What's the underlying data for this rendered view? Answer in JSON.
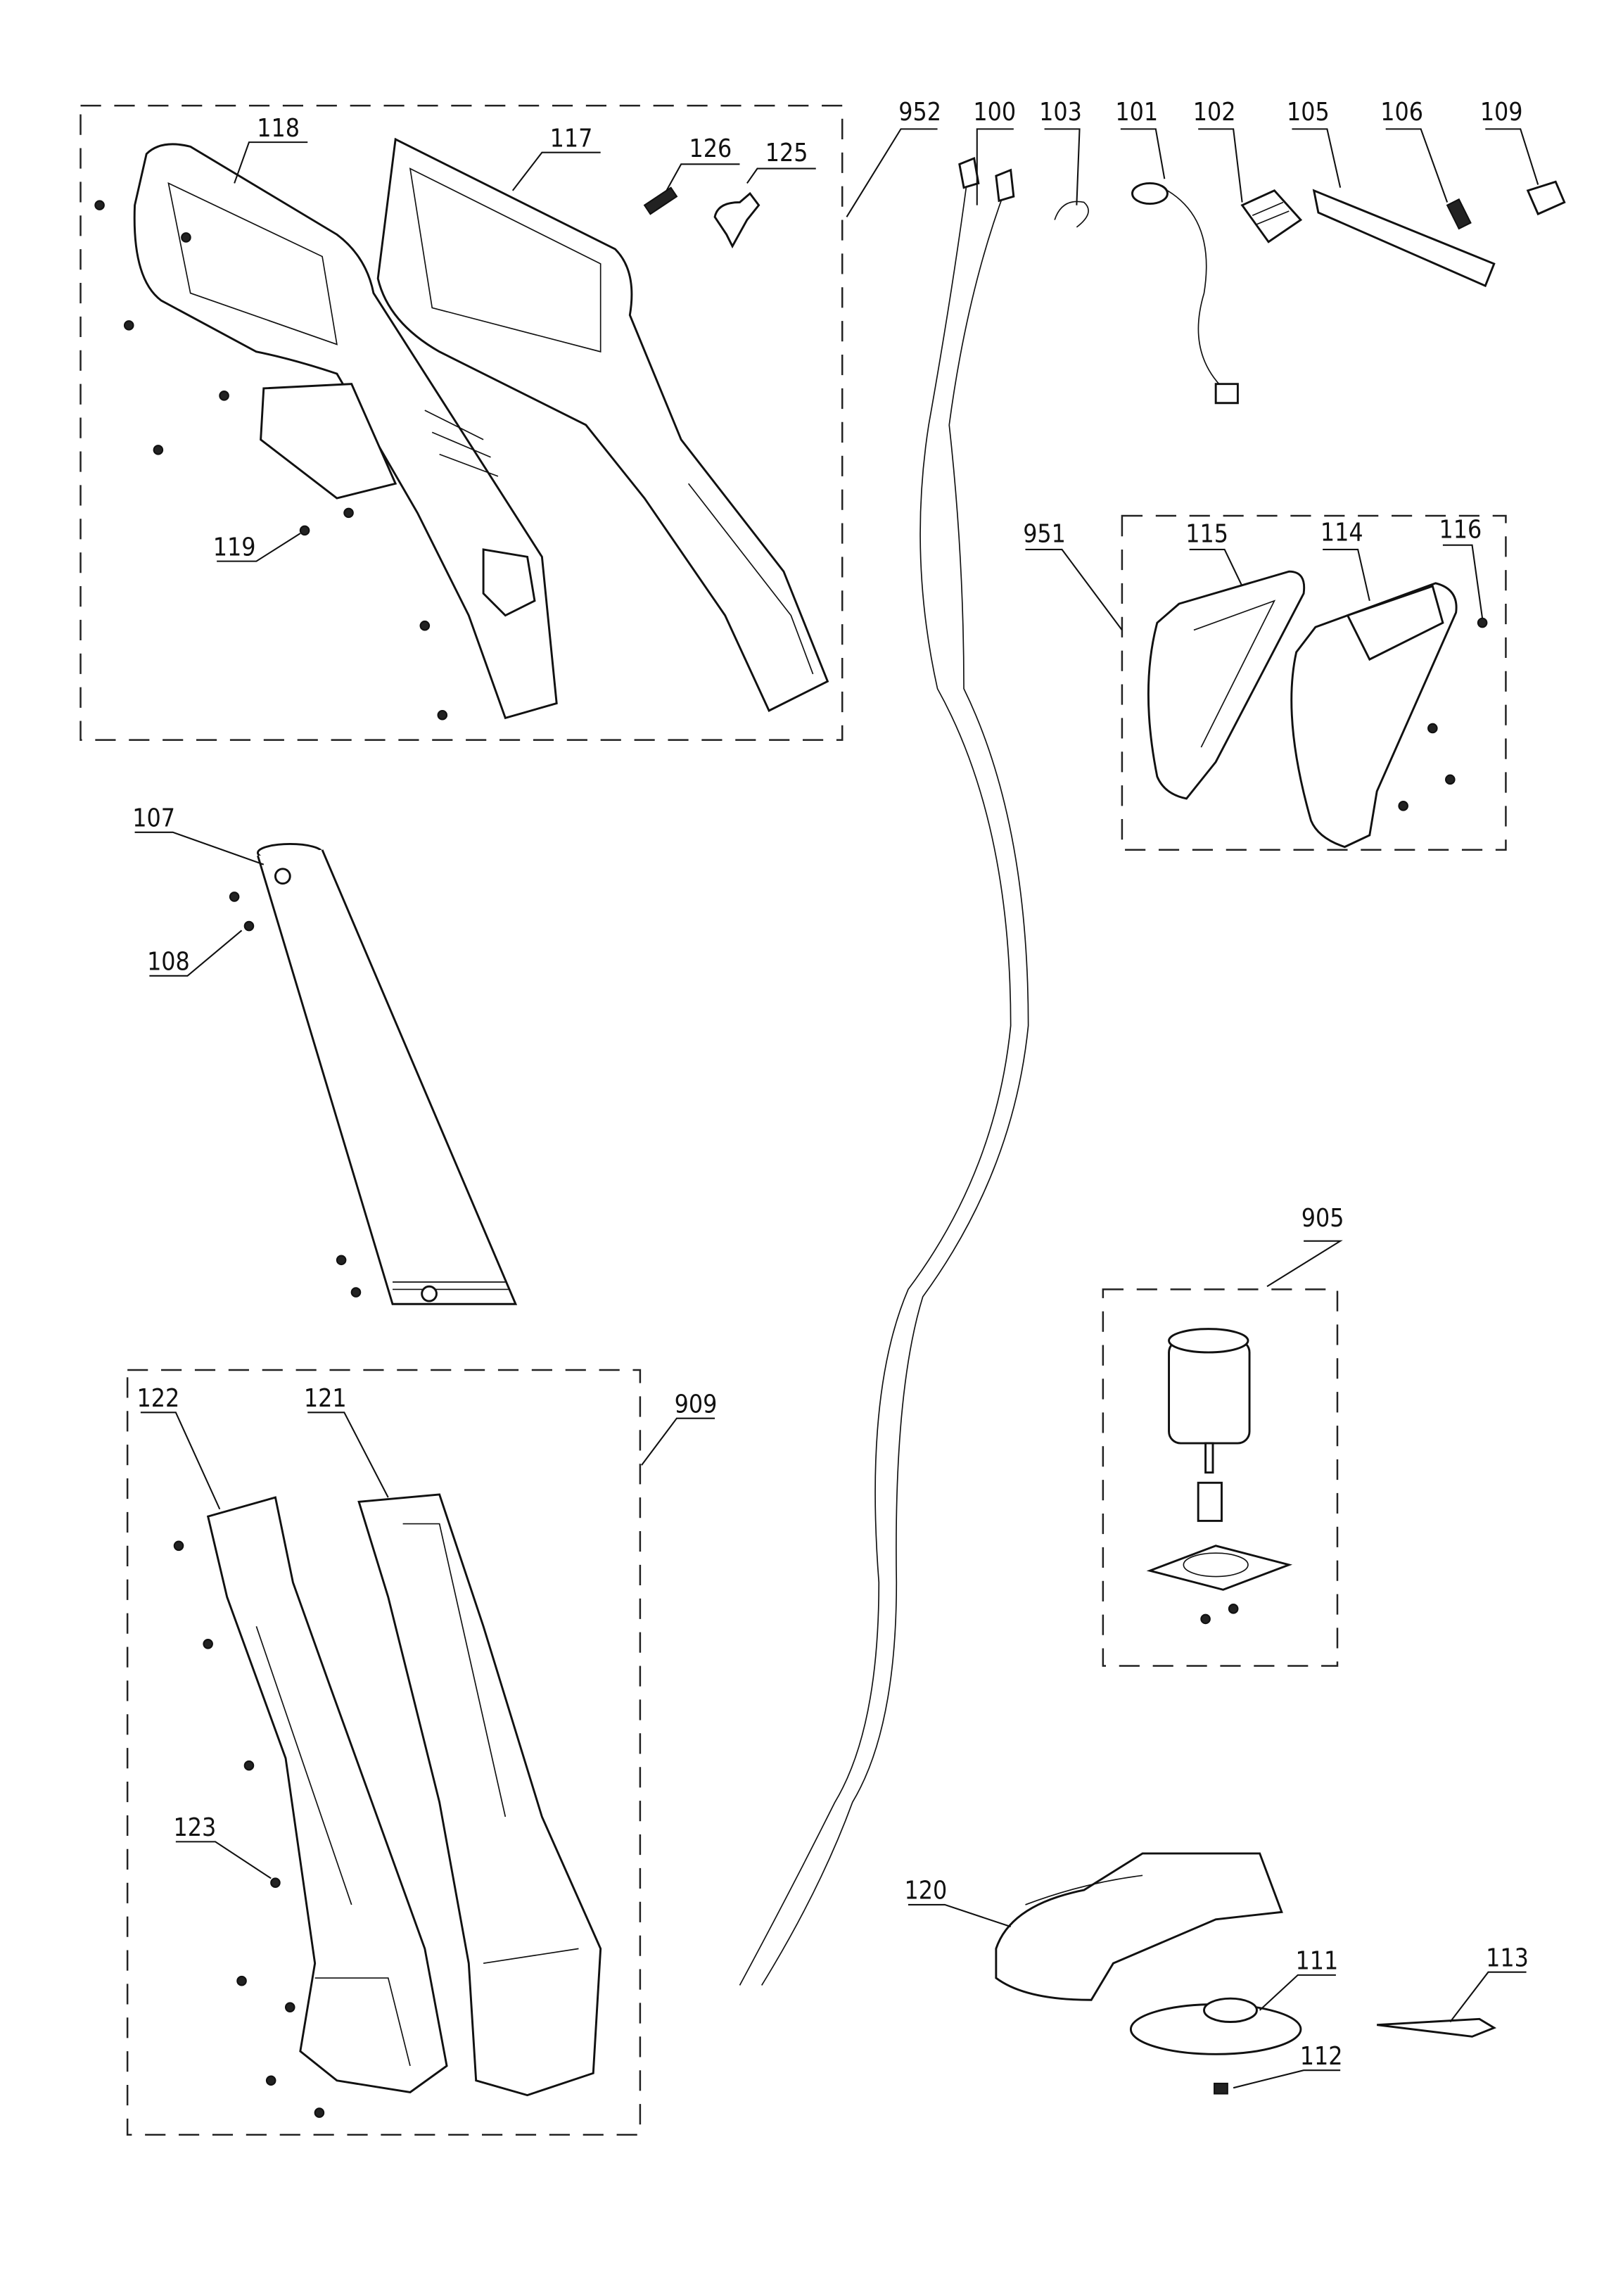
{
  "title": "Exploded parts diagram - grass trimmer",
  "labels": {
    "p118": "118",
    "p117": "117",
    "p126": "126",
    "p125": "125",
    "p952": "952",
    "p100": "100",
    "p103": "103",
    "p101": "101",
    "p102": "102",
    "p105": "105",
    "p106": "106",
    "p109": "109",
    "p951": "951",
    "p115": "115",
    "p114": "114",
    "p116": "116",
    "p119": "119",
    "p107": "107",
    "p108": "108",
    "p905": "905",
    "p122": "122",
    "p121": "121",
    "p909": "909",
    "p123": "123",
    "p120": "120",
    "p111": "111",
    "p113": "113",
    "p112": "112"
  }
}
